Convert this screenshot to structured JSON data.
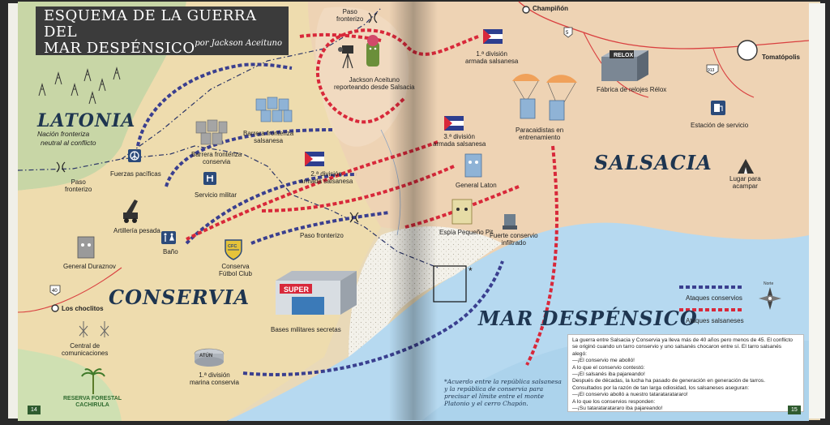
{
  "title": {
    "line1": "ESQUEMA DE LA GUERRA DEL",
    "line2": "MAR DESPÉNSICO",
    "author": "por Jackson Aceituno"
  },
  "regions": {
    "latonia": "LATONIA",
    "latonia_sub1": "Nación fronteriza",
    "latonia_sub2": "neutral al conflicto",
    "conservia": "CONSERVIA",
    "salsacia": "SALSACIA",
    "mar": "MAR DESPÉNSICO"
  },
  "places": {
    "paso_fronterizo_top": "Paso\nfronterizo",
    "jackson": "Jackson Aceituno\nreporteando desde Salsacia",
    "div1": "1.ª división\narmada salsanesa",
    "div2": "2.ª división\narmada salsanesa",
    "div3": "3.ª división\narmada salsanesa",
    "barrera_salsanesa": "Barrera fronteriza\nsalsanesa",
    "barrera_conservia": "Barrera fronteriza\nconservia",
    "fuerzas": "Fuerzas pacíficas",
    "paso_left": "Paso\nfronterizo",
    "servicio": "Servicio militar",
    "artilleria": "Artillería pesada",
    "bano": "Baño",
    "duraznov": "General Duraznov",
    "futbol": "Conserva\nFútbol Club",
    "paso_mid": "Paso fronterizo",
    "bases": "Bases militares secretas",
    "choclitos": "Los choclitos",
    "central": "Central de\ncomunicaciones",
    "marina": "1.ª división\nmarina conservia",
    "reserva": "RESERVA FORESTAL\nCACHIRULA",
    "champinon": "Champiñón",
    "relox": "Fábrica de relojes Rélox",
    "tomatopolis": "Tomatópolis",
    "paracaidistas": "Paracaidistas en\nentrenamiento",
    "estacion": "Estación de servicio",
    "lugar": "Lugar para\nacampar",
    "laton": "General Laton",
    "espia": "Espía Pequeño Pit",
    "fuerte": "Fuerte conservio\ninfiltrado"
  },
  "signs": {
    "super": "SUPER",
    "relox_sign": "RELOX",
    "atun": "ATÚN",
    "cfc": "CFC",
    "road40": "40",
    "road5": "5",
    "road913": "913",
    "norte": "Norte"
  },
  "legend": {
    "conservios": "Ataques conservios",
    "salsaneses": "Ataques salsaneses"
  },
  "note": "*Acuerdo entre la república salsanesa\ny la república de conservia para\nprecisar el límite entre el monte\nPlatonio y el cerro Chapón.",
  "story": [
    "La guerra entre Salsacia y Conservia ya lleva más de 40 años pero menos de 45. El conflicto",
    "se originó cuando un tarro conservio y uno salsanés chocaron entre sí. El tarro salsanés",
    "alegó:",
    "—¡El conservio me abolló!",
    "A lo que el conservio contestó:",
    "—¡El salsanés iba pajareando!",
    "Después de décadas, la lucha ha pasado de generación en generación de tarros.",
    "Consultados por la razón de tan larga odiosidad, los salsaneses aseguran:",
    "—¡El conservio abolló a nuestro tatarataratararo!",
    "A lo que los conservios responden:",
    "—¡Su tatarataratararo iba pajareando!"
  ],
  "pages": {
    "left": "14",
    "right": "15"
  },
  "colors": {
    "salsacia": "#eed3b4",
    "conservia": "#eedcae",
    "latonia": "#c8d6a6",
    "sea": "#b6d9f0",
    "blue_attack": "#3a3f8f",
    "red_attack": "#d8283a"
  }
}
